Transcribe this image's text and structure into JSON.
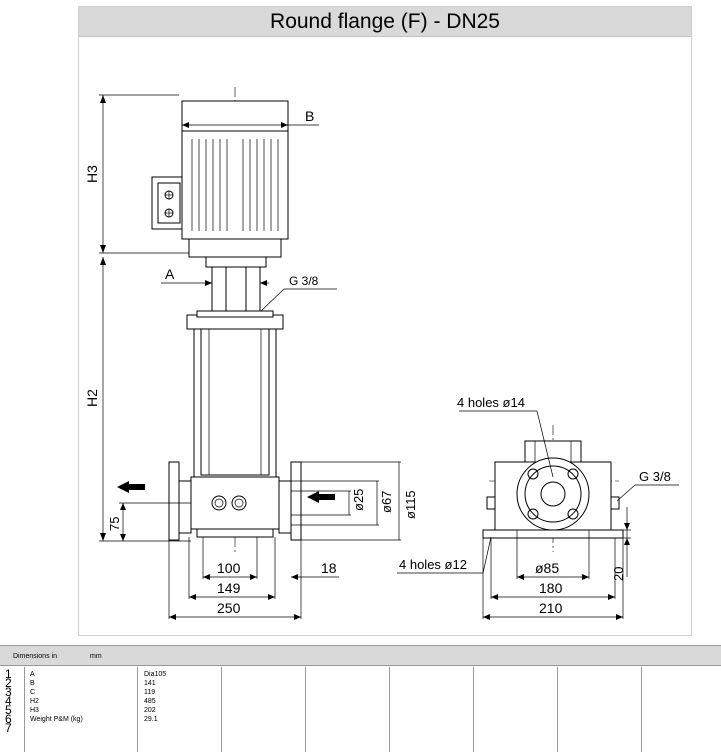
{
  "title": "Round flange (F) - DN25",
  "drawing_labels": {
    "B": "B",
    "H3": "H3",
    "H2": "H2",
    "A": "A",
    "g38": "G 3/8",
    "g38_side": "G 3/8",
    "holes14": "4 holes ø14",
    "holes12": "4 holes ø12",
    "d25": "ø25",
    "d67": "ø67",
    "d115": "ø115",
    "d85": "ø85",
    "v75": "75",
    "v20": "20",
    "w100": "100",
    "w149": "149",
    "w250": "250",
    "w18": "18",
    "w180": "180",
    "w210": "210"
  },
  "dimensions": {
    "header_label": "Dimensions in",
    "unit": "mm",
    "row_numbers": [
      "1",
      "2",
      "3",
      "4",
      "5",
      "6",
      "7"
    ],
    "rows": [
      {
        "name": "A",
        "value": "Dia105"
      },
      {
        "name": "B",
        "value": "141"
      },
      {
        "name": "C",
        "value": "119"
      },
      {
        "name": "H2",
        "value": "485"
      },
      {
        "name": "H3",
        "value": "202"
      },
      {
        "name": "Weight P&M (kg)",
        "value": "29.1"
      }
    ]
  }
}
